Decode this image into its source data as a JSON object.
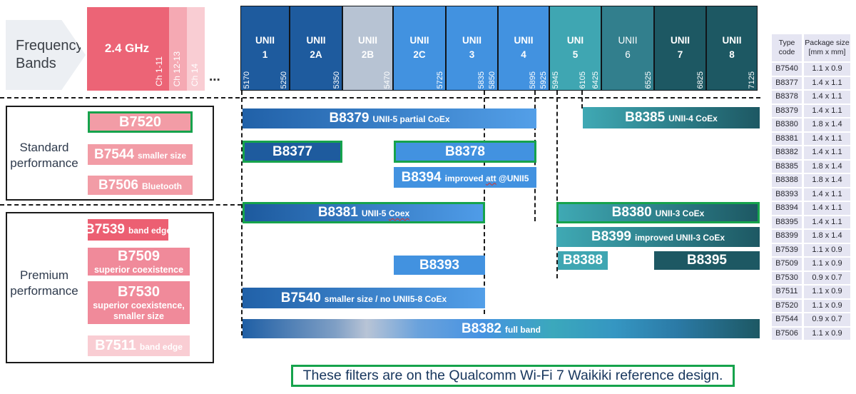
{
  "frequency_header": {
    "label": "Frequency Bands",
    "ellipsis": "...",
    "band_2_4ghz": {
      "label": "2.4 GHz",
      "channel_1_11": "Ch 1-11",
      "channel_12_13": "Ch 12-13",
      "channel_14": "Ch 14"
    }
  },
  "unii_bands": [
    {
      "line1": "UNII",
      "line2": "1",
      "freq_left": "5170",
      "freq_right": "5250"
    },
    {
      "line1": "UNII",
      "line2": "2A",
      "freq_right": "5350"
    },
    {
      "line1": "UNII",
      "line2": "2B",
      "freq_right": "5470"
    },
    {
      "line1": "UNII",
      "line2": "2C",
      "freq_right": "5725"
    },
    {
      "line1": "UNII",
      "line2": "3",
      "freq_right_inner": "5835",
      "freq_right": "5850"
    },
    {
      "line1": "UNII",
      "line2": "4",
      "freq_right_inner": "5895",
      "freq_right": "5925"
    },
    {
      "line1": "UNI",
      "line2": "5",
      "freq_left": "5945",
      "freq_mid": "6105",
      "freq_right": "6425"
    },
    {
      "line1": "UNII",
      "line2": "6",
      "freq_right": "6525"
    },
    {
      "line1": "UNII",
      "line2": "7",
      "freq_right": "6825"
    },
    {
      "line1": "UNII",
      "line2": "8",
      "freq_right": "7125"
    }
  ],
  "sections": {
    "standard": {
      "label_line1": "Standard",
      "label_line2": "performance",
      "filters": [
        {
          "name": "B7520",
          "sub": ""
        },
        {
          "name": "B7544",
          "sub": "smaller size"
        },
        {
          "name": "B7506",
          "sub": "Bluetooth"
        }
      ]
    },
    "premium": {
      "label_line1": "Premium",
      "label_line2": "performance",
      "filters": [
        {
          "name": "B7539",
          "sub": "band edge"
        },
        {
          "name": "B7509",
          "sub": "superior coexistence"
        },
        {
          "name": "B7530",
          "sub_line1": "superior coexistence,",
          "sub_line2": "smaller size"
        },
        {
          "name": "B7511",
          "sub": "band edge"
        }
      ]
    }
  },
  "band_filters": [
    {
      "name": "B8379",
      "sub": "UNII-5 partial CoEx"
    },
    {
      "name": "B8385",
      "sub": "UNII-4 CoEx"
    },
    {
      "name": "B8377",
      "sub": ""
    },
    {
      "name": "B8378",
      "sub": ""
    },
    {
      "name": "B8394",
      "sub_pre": "improved ",
      "sub_marked": "att",
      "sub_post": " @UNII5"
    },
    {
      "name": "B8381",
      "sub_pre": "UNII-5 ",
      "sub_marked": "Coex",
      "sub_post": ""
    },
    {
      "name": "B8380",
      "sub": "UNII-3 CoEx"
    },
    {
      "name": "B8399",
      "sub": "improved UNII-3 CoEx"
    },
    {
      "name": "B8393",
      "sub": ""
    },
    {
      "name": "B8388",
      "sub": ""
    },
    {
      "name": "B8395",
      "sub": ""
    },
    {
      "name": "B7540",
      "sub": "smaller size / no UNII5-8 CoEx"
    },
    {
      "name": "B8382",
      "sub": "full band"
    }
  ],
  "package_table": {
    "header_col1_line1": "Type",
    "header_col1_line2": "code",
    "header_col2_line1": "Package size",
    "header_col2_line2": "[mm x mm]",
    "rows": [
      {
        "code": "B7540",
        "size": "1.1 x 0.9"
      },
      {
        "code": "B8377",
        "size": "1.4 x 1.1"
      },
      {
        "code": "B8378",
        "size": "1.4 x 1.1"
      },
      {
        "code": "B8379",
        "size": "1.4 x 1.1"
      },
      {
        "code": "B8380",
        "size": "1.8 x 1.4"
      },
      {
        "code": "B8381",
        "size": "1.4 x 1.1"
      },
      {
        "code": "B8382",
        "size": "1.4 x 1.1"
      },
      {
        "code": "B8385",
        "size": "1.8 x 1.4"
      },
      {
        "code": "B8388",
        "size": "1.8 x 1.4"
      },
      {
        "code": "B8393",
        "size": "1.4 x 1.1"
      },
      {
        "code": "B8394",
        "size": "1.4 x 1.1"
      },
      {
        "code": "B8395",
        "size": "1.4 x 1.1"
      },
      {
        "code": "B8399",
        "size": "1.8 x 1.4"
      },
      {
        "code": "B7539",
        "size": "1.1 x 0.9"
      },
      {
        "code": "B7509",
        "size": "1.1 x 0.9"
      },
      {
        "code": "B7530",
        "size": "0.9 x 0.7"
      },
      {
        "code": "B7511",
        "size": "1.1 x 0.9"
      },
      {
        "code": "B7520",
        "size": "1.1 x 0.9"
      },
      {
        "code": "B7544",
        "size": "0.9 x 0.7"
      },
      {
        "code": "B7506",
        "size": "1.1 x 0.9"
      }
    ]
  },
  "note": {
    "text": "These filters are on the Qualcomm Wi-Fi 7 Waikiki reference design."
  },
  "colors": {
    "accent_green": "#16a34c",
    "dark_blue": "#1e5b9e",
    "medium_blue": "#4292e0",
    "gray_band": "#b7c3d3",
    "teal": "#3fa6b2",
    "mid_teal": "#327f8d",
    "dark_teal": "#1d5863",
    "pink": "#f29ca6",
    "red_pink": "#ec6476",
    "mid_pink": "#f08a9a",
    "light_pink": "#f9cdd3",
    "navy_text": "#17365d"
  }
}
